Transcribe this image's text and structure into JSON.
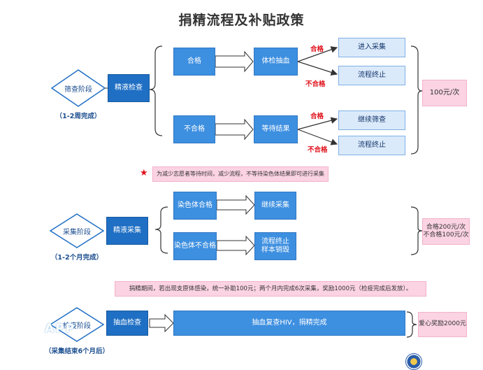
{
  "title": "捐精流程及补贴政策",
  "stage1": {
    "diamond": "筛查阶段",
    "duration": "（1-2周完成）",
    "main": "精液检查",
    "pass": "合格",
    "fail": "不合格",
    "pass_next": "体检抽血",
    "fail_next": "等待结果",
    "branch_pass": "合格",
    "branch_fail": "不合格",
    "out1": "进入采集",
    "out2": "流程终止",
    "out3": "继续筛查",
    "out4": "流程终止",
    "subsidy": "100元/次"
  },
  "note": "为减少志愿者等待时间，减少流程，不等待染色体结果即可进行采集",
  "stage2": {
    "diamond": "采集阶段",
    "duration": "（1-2个月完成）",
    "main": "精液采集",
    "pass": "染色体合格",
    "fail": "染色体不合格",
    "pass_next": "继续采集",
    "fail_next": "流程终止\n样本销毁",
    "subsidy_line1": "合格200元/次",
    "subsidy_line2": "不合格100元/次"
  },
  "period_note": "捐精期间，若出现支原体感染，统一补助100元；两个月内完成6次采集，奖励1000元（检疫完成后发放）。",
  "stage3": {
    "diamond": "检疫阶段",
    "duration": "（采集结束6个月后）",
    "main": "抽血检查",
    "result": "抽血复查HIV，捐精完成",
    "subsidy": "爱心奖励2000元"
  },
  "watermark": "APP"
}
